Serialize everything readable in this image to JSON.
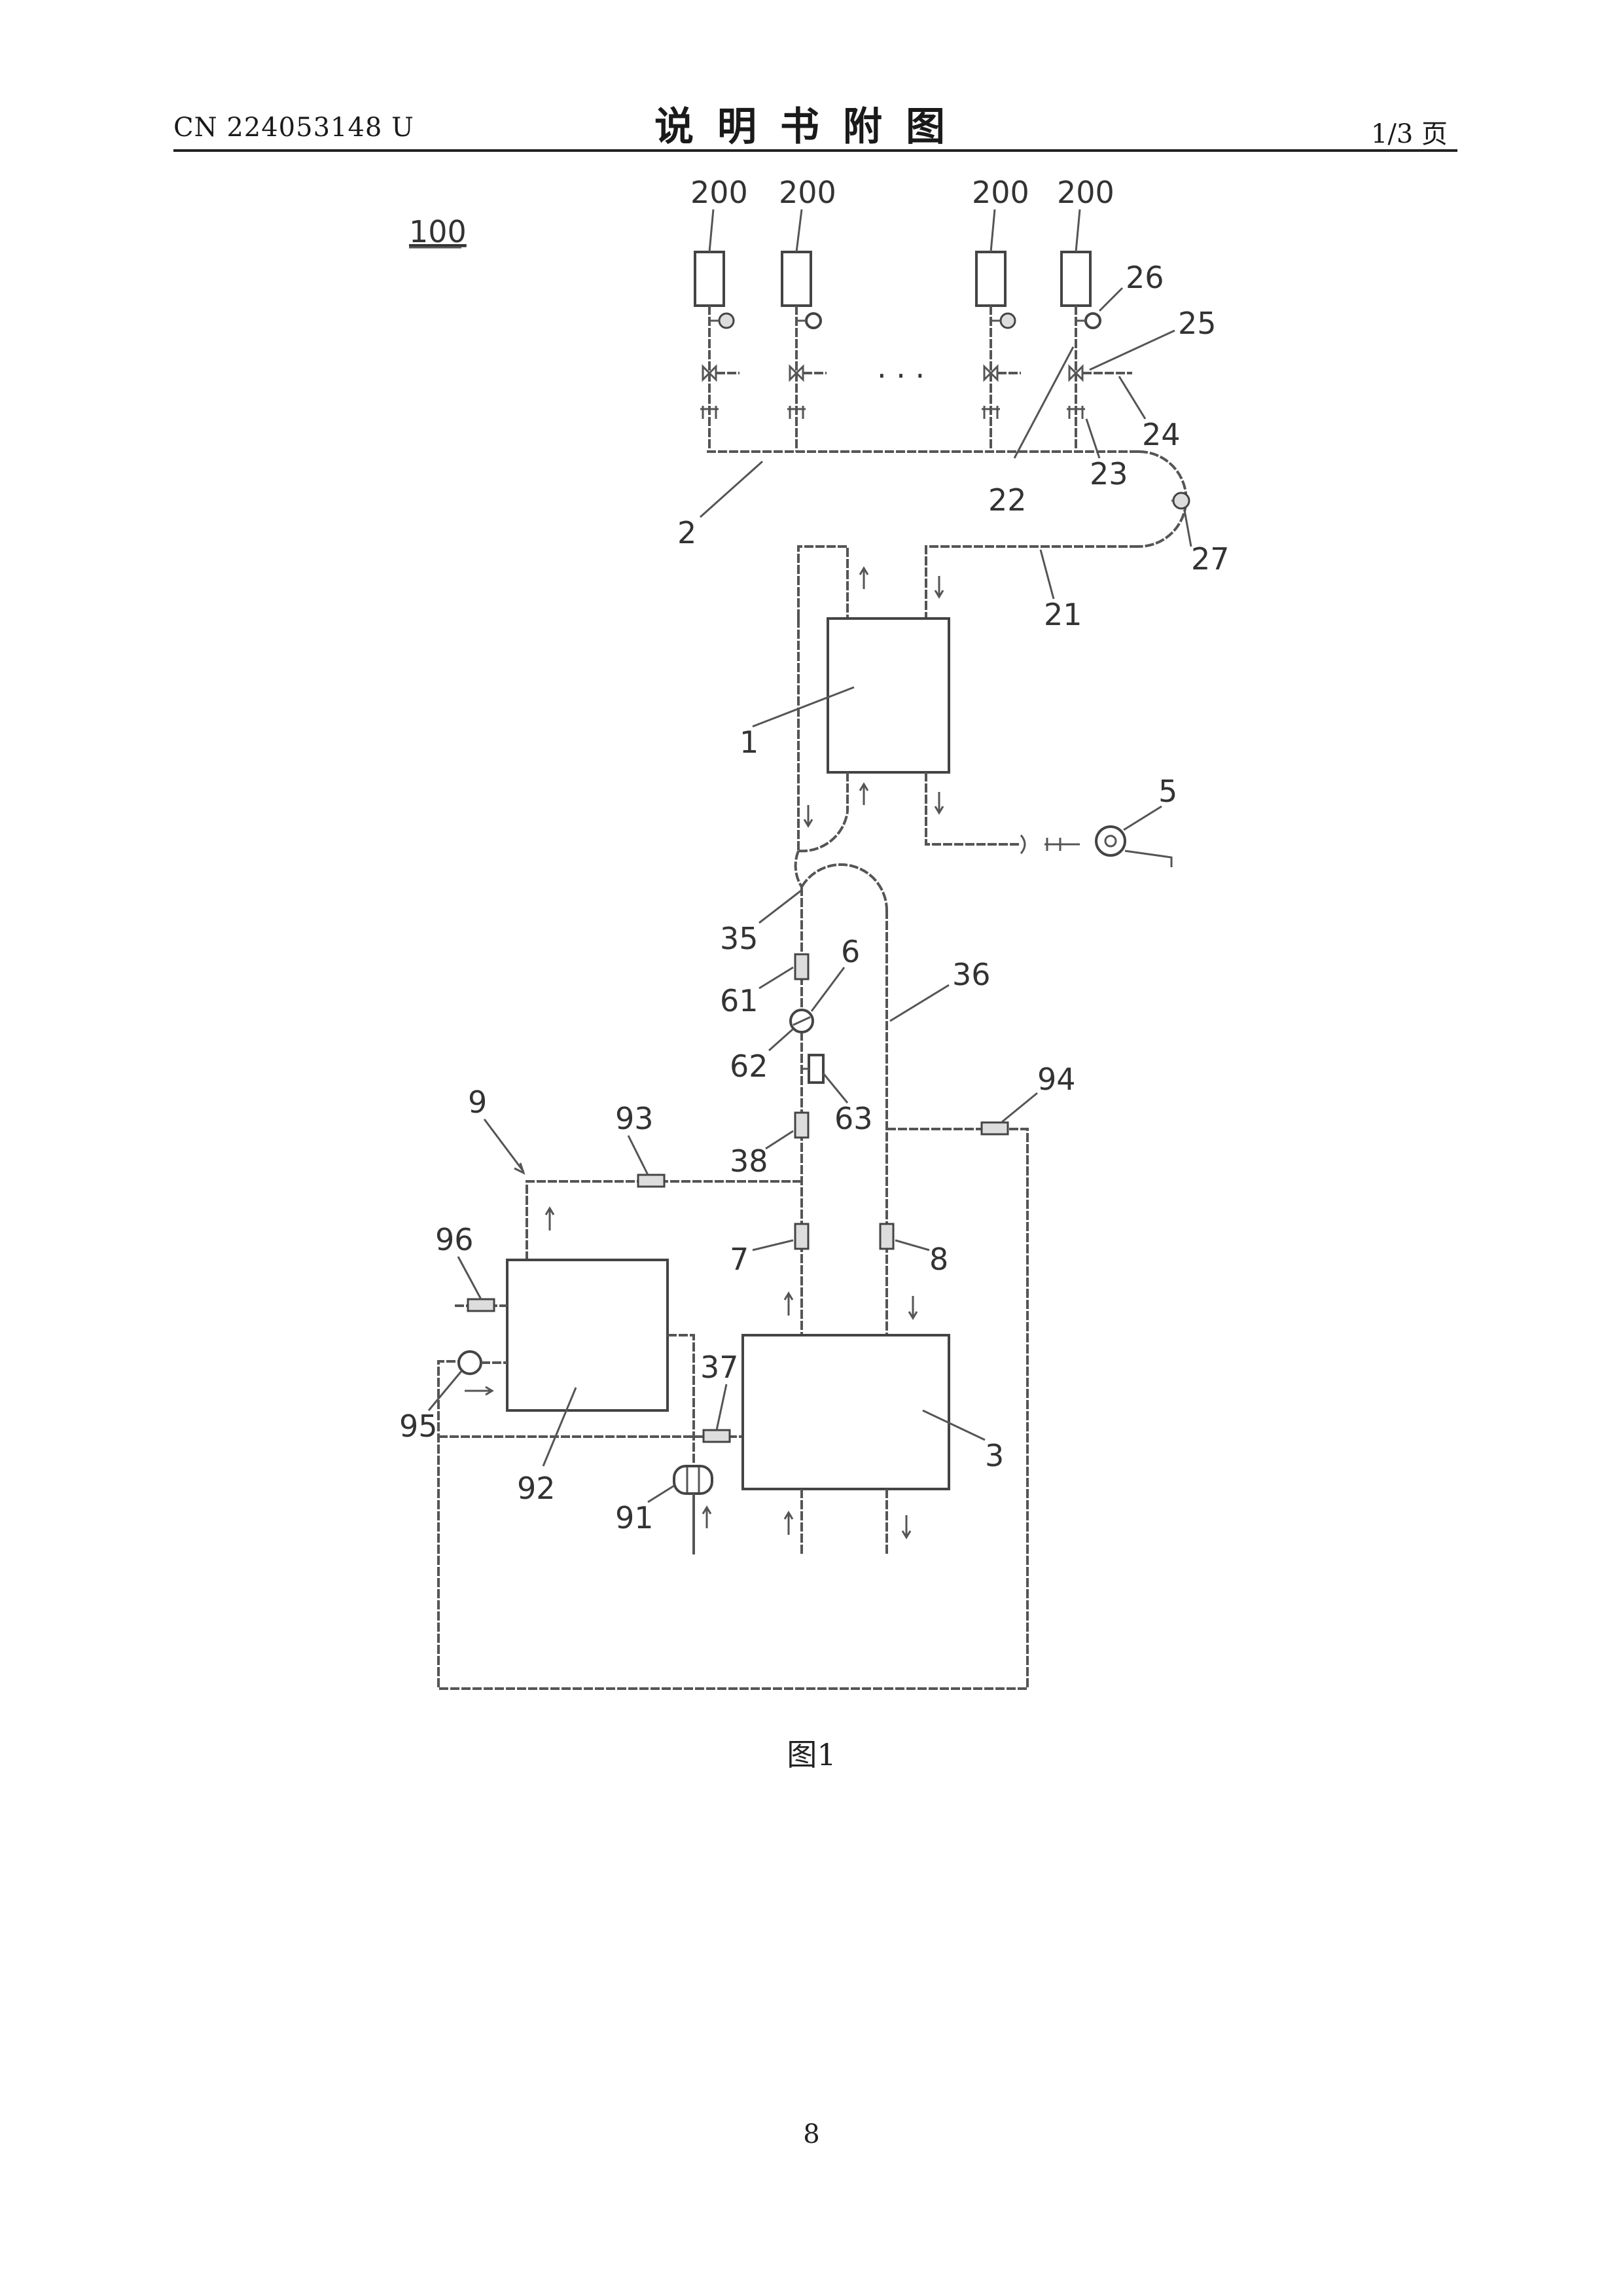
{
  "header": {
    "doc_number": "CN 224053148 U",
    "title": "说明书附图",
    "page_of": "1/3 页"
  },
  "figure": {
    "ref_main": "100",
    "caption": "图1",
    "labels": {
      "l200a": "200",
      "l200b": "200",
      "l200c": "200",
      "l200d": "200",
      "l26": "26",
      "l25": "25",
      "l24": "24",
      "l23": "23",
      "l22": "22",
      "l2": "2",
      "l27": "27",
      "l21": "21",
      "l1": "1",
      "l5": "5",
      "l35": "35",
      "l36": "36",
      "l6": "6",
      "l61": "61",
      "l62": "62",
      "l63": "63",
      "l9": "9",
      "l93": "93",
      "l94": "94",
      "l38": "38",
      "l96": "96",
      "l7": "7",
      "l8": "8",
      "l37": "37",
      "l95": "95",
      "l92": "92",
      "l91": "91",
      "l3": "3",
      "dots": "· · ·"
    }
  },
  "footer": {
    "page_number": "8"
  }
}
